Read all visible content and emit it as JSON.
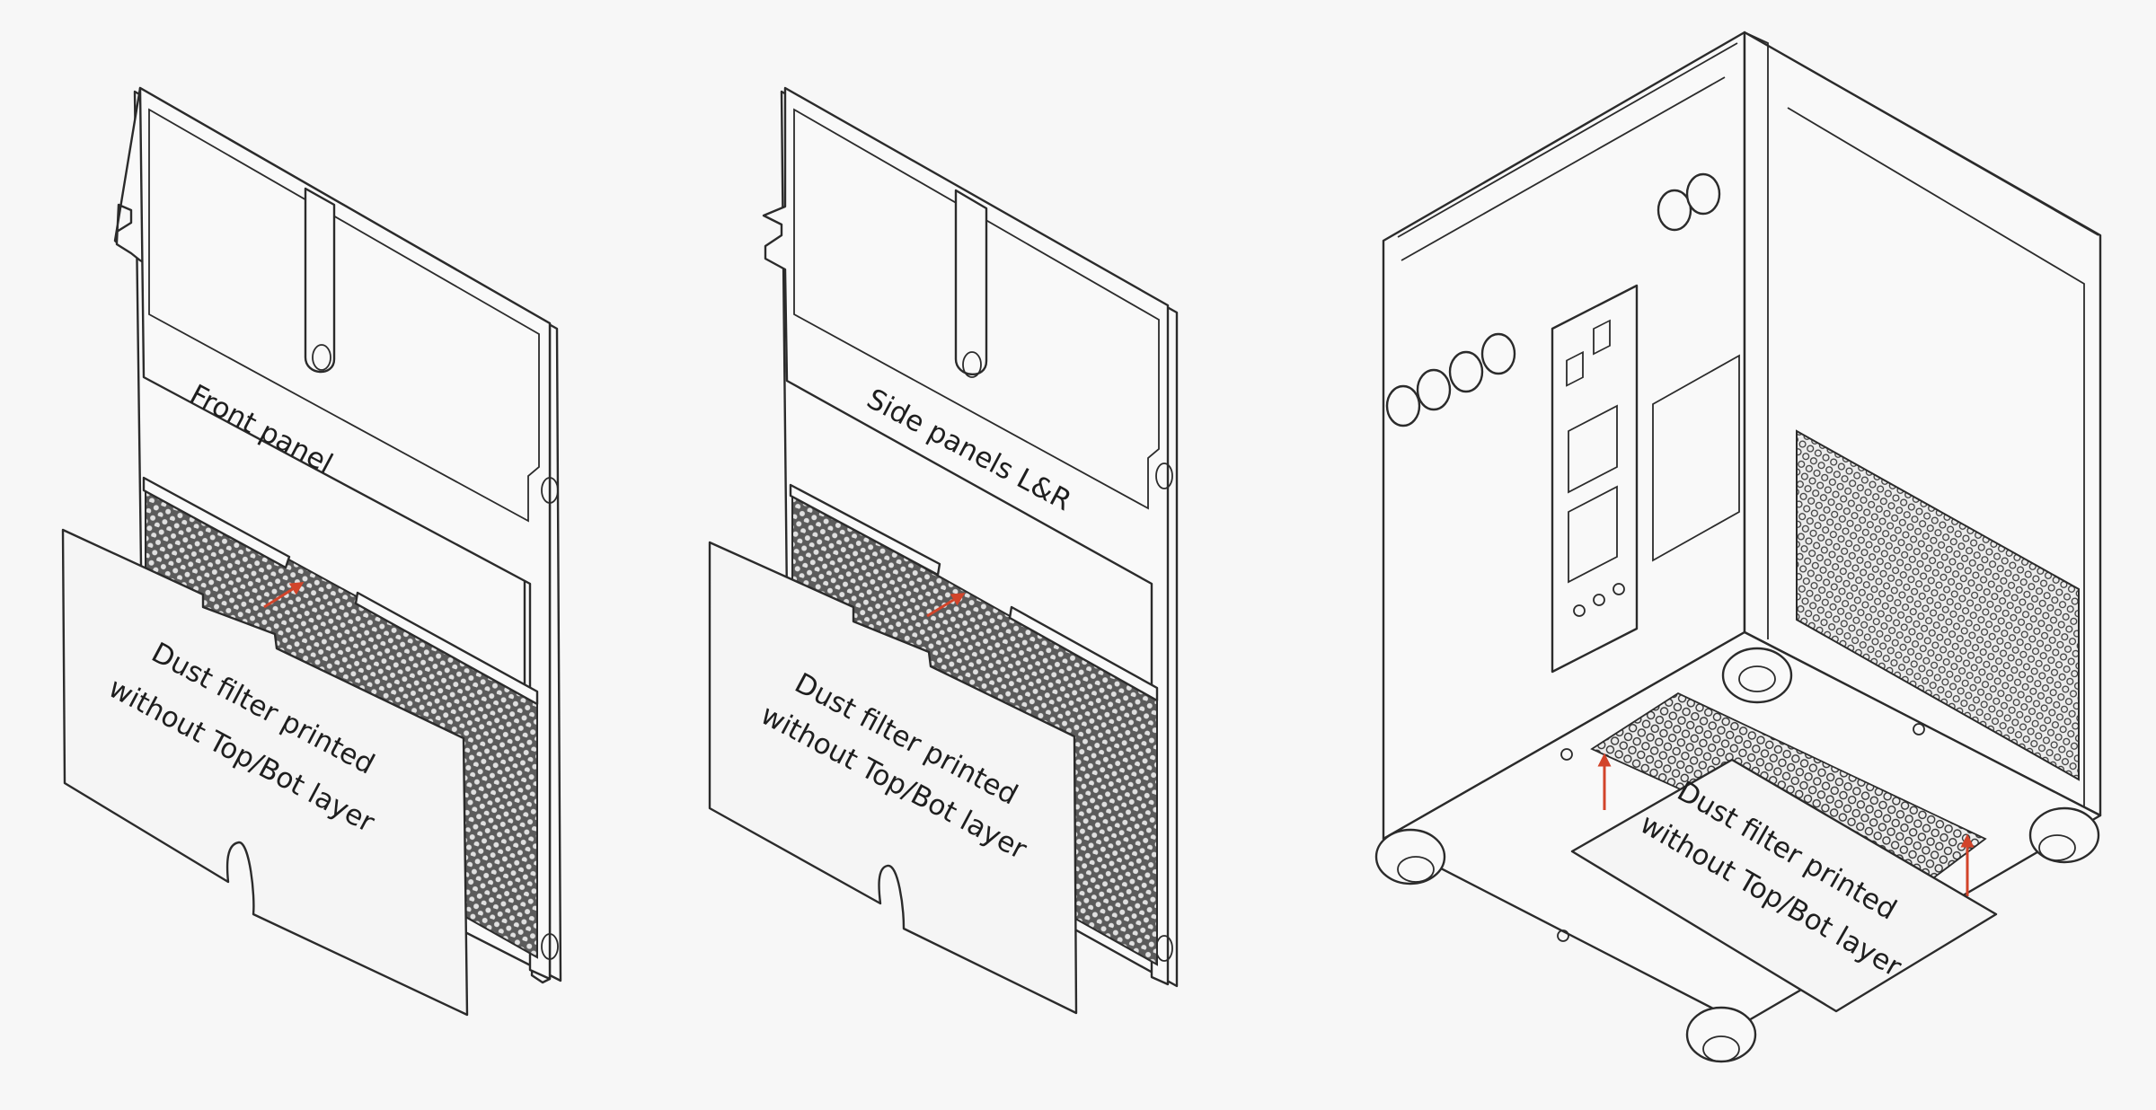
{
  "colors": {
    "background": "#f7f7f7",
    "line": "#2b2b2b",
    "mesh": "#4a4a4a",
    "arrow": "#d2442a"
  },
  "panels": [
    {
      "title": "Front panel",
      "filter_line1": "Dust filter printed",
      "filter_line2": "without Top/Bot layer"
    },
    {
      "title": "Side panels L&R",
      "filter_line1": "Dust filter printed",
      "filter_line2": "without Top/Bot layer"
    }
  ],
  "case": {
    "filter_line1": "Dust filter printed",
    "filter_line2": "without Top/Bot layer"
  },
  "icons": [
    "up-arrow-icon",
    "hex-mesh-icon"
  ]
}
